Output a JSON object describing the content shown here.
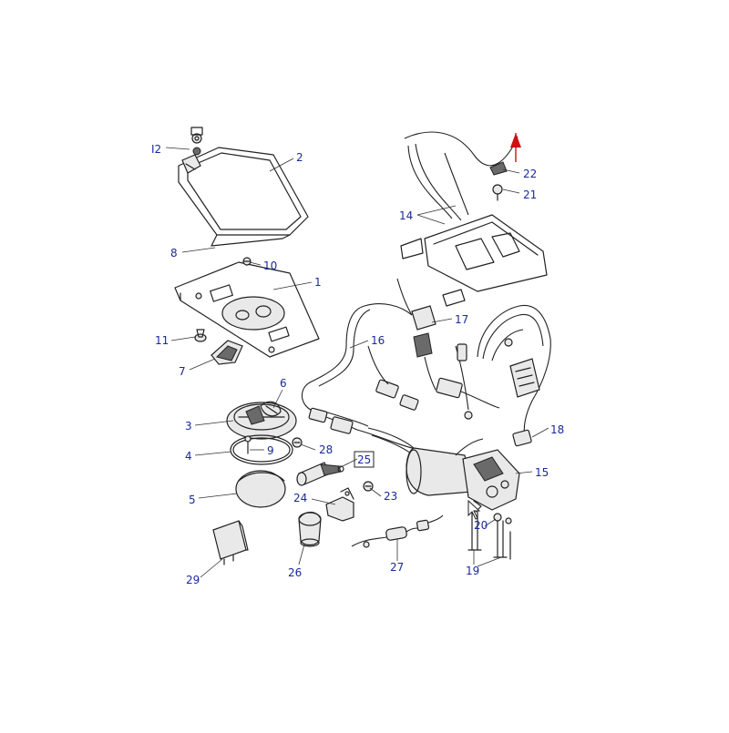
{
  "diagram": {
    "callouts": [
      {
        "id": "12",
        "label": "I2"
      },
      {
        "id": "2",
        "label": "2"
      },
      {
        "id": "8",
        "label": "8"
      },
      {
        "id": "10",
        "label": "10"
      },
      {
        "id": "1",
        "label": "1"
      },
      {
        "id": "11",
        "label": "11"
      },
      {
        "id": "7",
        "label": "7"
      },
      {
        "id": "6",
        "label": "6"
      },
      {
        "id": "3",
        "label": "3"
      },
      {
        "id": "4",
        "label": "4"
      },
      {
        "id": "9",
        "label": "9"
      },
      {
        "id": "5",
        "label": "5"
      },
      {
        "id": "29",
        "label": "29"
      },
      {
        "id": "28",
        "label": "28"
      },
      {
        "id": "25",
        "label": "25"
      },
      {
        "id": "24",
        "label": "24"
      },
      {
        "id": "23",
        "label": "23"
      },
      {
        "id": "26",
        "label": "26"
      },
      {
        "id": "27",
        "label": "27"
      },
      {
        "id": "22",
        "label": "22"
      },
      {
        "id": "21",
        "label": "21"
      },
      {
        "id": "14",
        "label": "14"
      },
      {
        "id": "17",
        "label": "17"
      },
      {
        "id": "16",
        "label": "16"
      },
      {
        "id": "18",
        "label": "18"
      },
      {
        "id": "15",
        "label": "15"
      },
      {
        "id": "20",
        "label": "20"
      },
      {
        "id": "19",
        "label": "19"
      }
    ],
    "highlighted_callout": "25",
    "colors": {
      "callout_text": "#1a2a9a",
      "line_art": "#222222",
      "arrow_accent": "#d01010",
      "background": "#ffffff"
    }
  }
}
